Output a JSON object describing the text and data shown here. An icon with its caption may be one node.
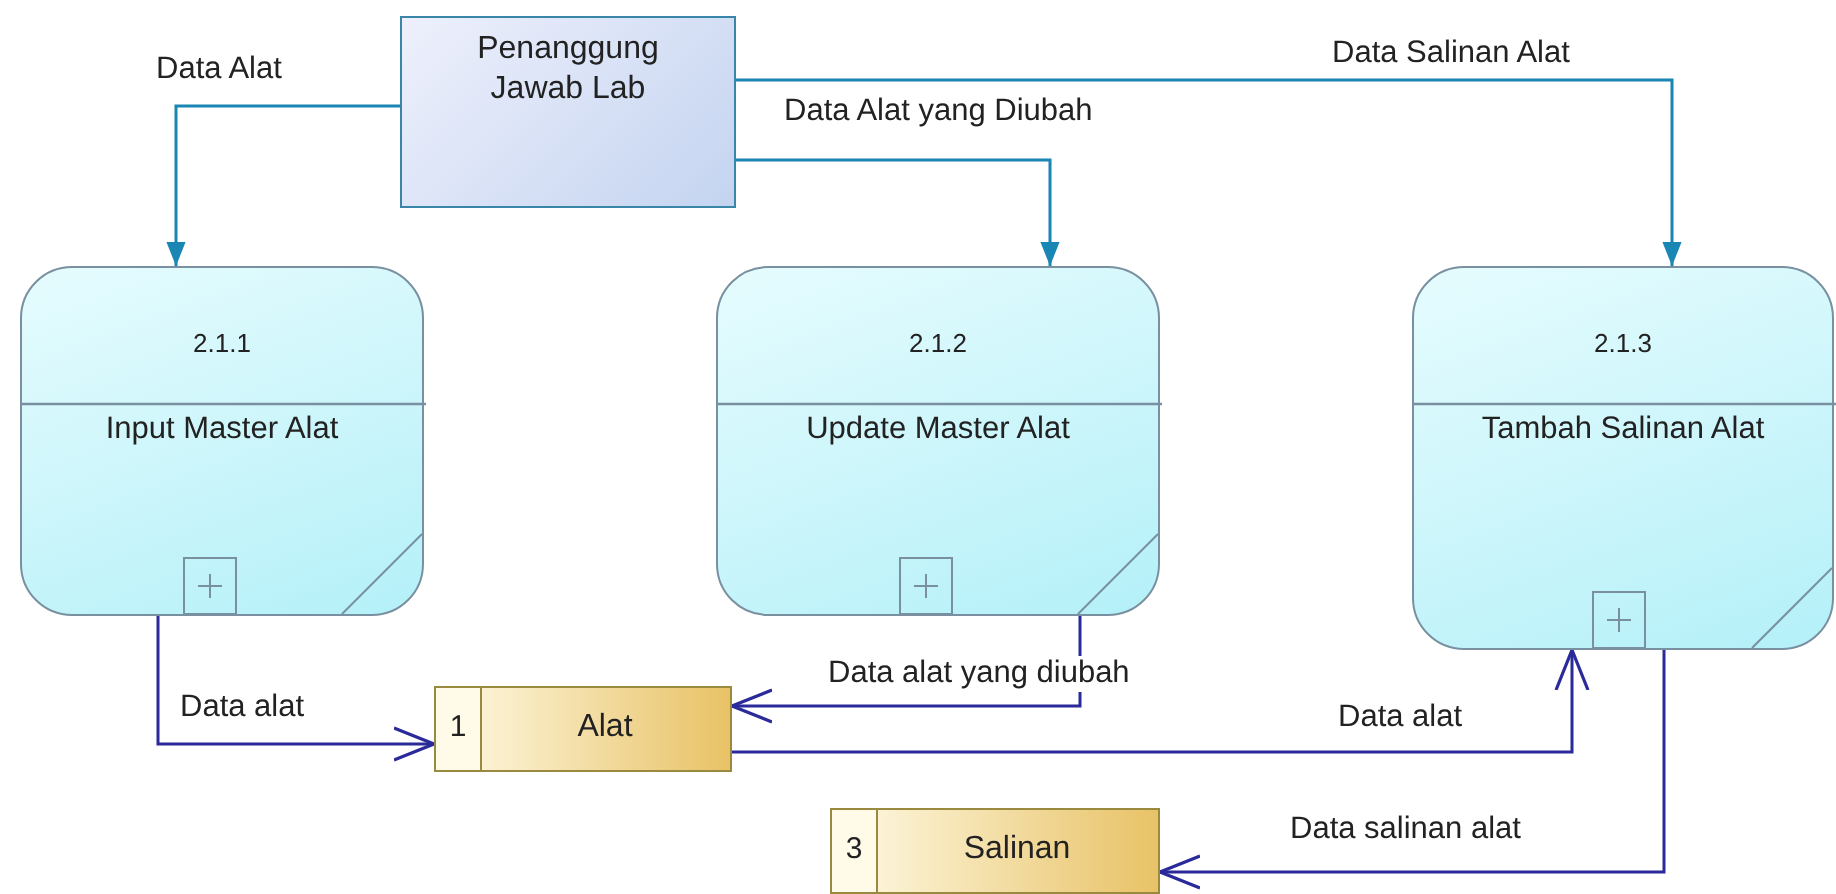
{
  "diagram": {
    "nodes": [
      {
        "text": [
          "Penanggung Jawab Lab"
        ]
      },
      {
        "text": [
          "2.1.1",
          "Input Master Alat"
        ]
      },
      {
        "text": [
          "2.1.2",
          "Update Master Alat"
        ]
      },
      {
        "text": [
          "2.1.3",
          "Tambah Salinan Alat"
        ]
      },
      {
        "text": [
          "1",
          "Alat"
        ]
      },
      {
        "text": [
          "3",
          "Salinan"
        ]
      }
    ],
    "edges": [
      {
        "from": 0,
        "to": 1,
        "arrow": "to",
        "label": "Data Alat",
        "color": "#1a86b4"
      },
      {
        "from": 0,
        "to": 2,
        "arrow": "to",
        "label": "Data Alat yang Diubah",
        "color": "#1a86b4"
      },
      {
        "from": 0,
        "to": 3,
        "arrow": "to",
        "label": "Data Salinan Alat",
        "color": "#1a86b4"
      },
      {
        "from": 1,
        "to": 4,
        "arrow": "to",
        "label": "Data alat"
      },
      {
        "from": 2,
        "to": 4,
        "arrow": "to",
        "label": "Data alat yang diubah"
      },
      {
        "from": 4,
        "to": 3,
        "arrow": "to",
        "label": "Data alat"
      },
      {
        "from": 3,
        "to": 5,
        "arrow": "to",
        "label": "Data salinan alat"
      }
    ]
  }
}
